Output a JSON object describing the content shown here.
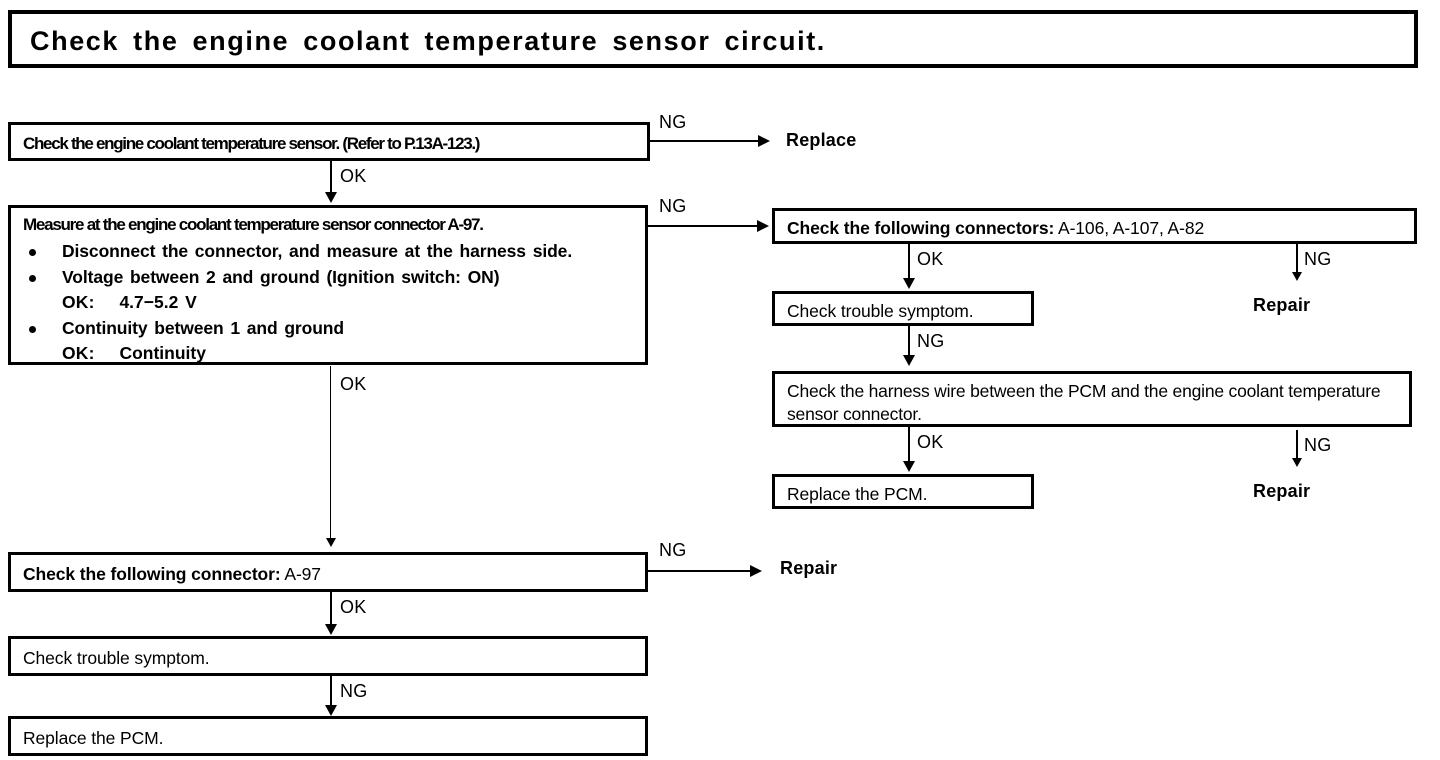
{
  "title": {
    "text": "Check  the  engine  coolant  temperature  sensor  circuit."
  },
  "nodes": {
    "check_sensor": "Check the engine coolant temperature sensor. (Refer to P.13A-123.)",
    "measure": {
      "heading": "Measure at the engine coolant temperature sensor connector A-97.",
      "bullets": [
        "Disconnect the connector, and measure at the harness side.",
        "Voltage between 2 and ground (Ignition switch: ON)",
        "Continuity between 1 and ground"
      ],
      "sub_ok_voltage_label": "OK:",
      "sub_ok_voltage_value": "4.7−5.2 V",
      "sub_ok_continuity_label": "OK:",
      "sub_ok_continuity_value": "Continuity"
    },
    "connector_a97_label": "Check the following connector:",
    "connector_a97_value": "A-97",
    "trouble_symptom_left": "Check trouble symptom.",
    "replace_pcm_left": "Replace the PCM.",
    "connectors_multi_label": "Check the following connectors:",
    "connectors_multi_value": "A-106, A-107, A-82",
    "trouble_symptom_right": "Check trouble symptom.",
    "harness": "Check the harness wire between the PCM and the engine coolant temperature sensor connector.",
    "replace_pcm_right": "Replace the PCM."
  },
  "terminals": {
    "replace": "Replace",
    "repair_connectors": "Repair",
    "repair_harness": "Repair",
    "repair_a97": "Repair"
  },
  "edges": {
    "ng_sensor": "NG",
    "ok_sensor": "OK",
    "ng_measure": "NG",
    "ok_measure": "OK",
    "ok_connectors_multi": "OK",
    "ng_connectors_multi": "NG",
    "ng_trouble_right": "NG",
    "ok_harness": "OK",
    "ng_harness": "NG",
    "ng_a97": "NG",
    "ok_a97": "OK",
    "ng_trouble_left": "NG"
  },
  "colors": {
    "ink": "#000000",
    "paper": "#ffffff"
  }
}
